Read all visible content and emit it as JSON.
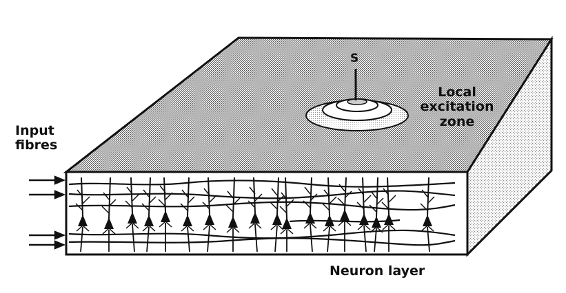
{
  "labels": {
    "stimulus": "S",
    "input_line1": "Input",
    "input_line2": "fibres",
    "zone_line1": "Local",
    "zone_line2": "excitation",
    "zone_line3": "zone",
    "neuron_layer": "Neuron layer"
  },
  "colors": {
    "ink": "#111111",
    "top_face_fill": "#bdbdbd",
    "side_face_fill": "#d9d9d9",
    "front_face_fill": "#ffffff",
    "zone_fill": "#e6e6e6"
  },
  "neuron_count": 18,
  "input_fibre_count": 4
}
